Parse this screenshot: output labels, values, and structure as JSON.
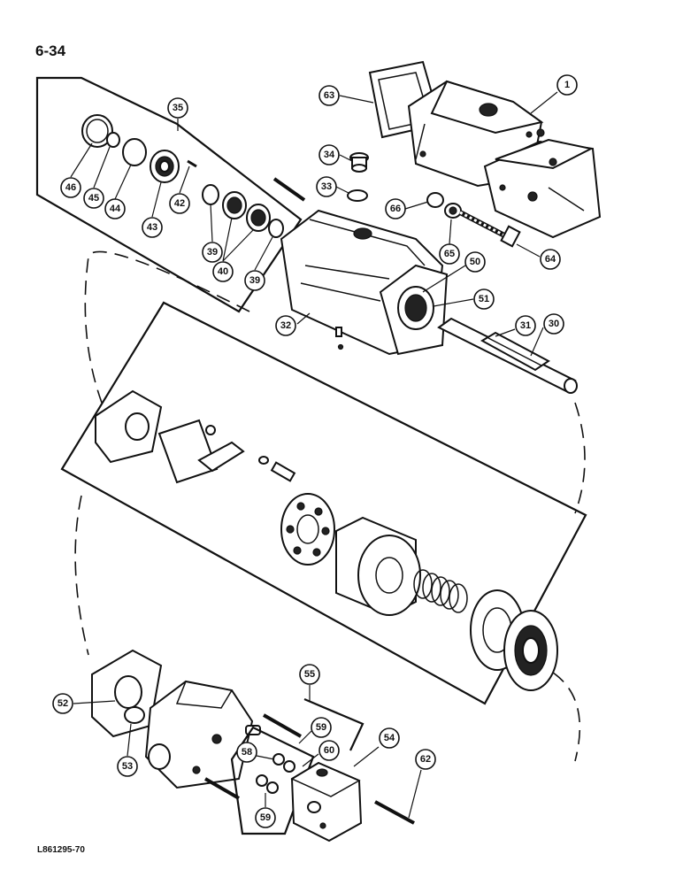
{
  "page": {
    "number": "6-34",
    "footer_code": "L861295-70"
  },
  "callouts": [
    "1",
    "63",
    "35",
    "34",
    "33",
    "66",
    "65",
    "64",
    "46",
    "45",
    "44",
    "43",
    "42",
    "39",
    "40",
    "39",
    "50",
    "51",
    "32",
    "31",
    "30",
    "52",
    "53",
    "55",
    "59",
    "54",
    "58",
    "60",
    "59",
    "62"
  ]
}
